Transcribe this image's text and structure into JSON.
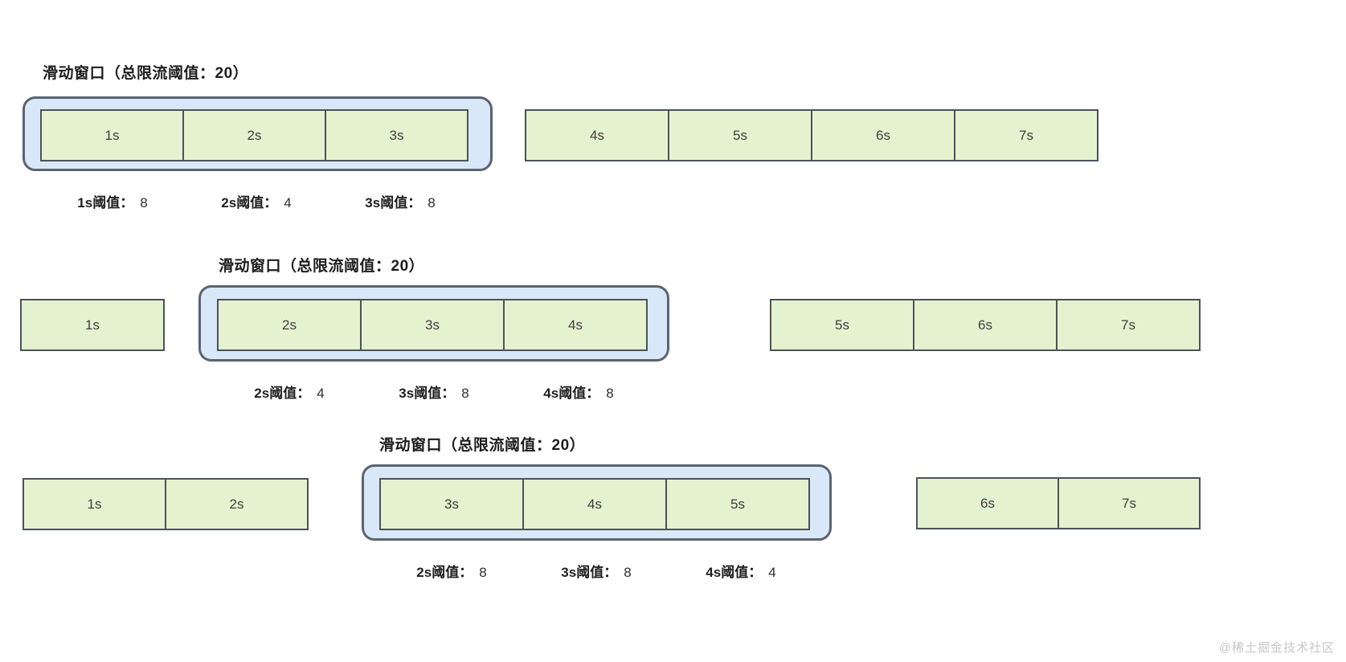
{
  "colors": {
    "cell_fill": "#e5f2cf",
    "cell_border": "#4c525a",
    "window_fill": "#d9e8f9",
    "window_border": "#5b6470",
    "text": "#1d1d1d",
    "watermark": "#c7c7c7"
  },
  "watermark": "@稀土掘金技术社区",
  "rows": [
    {
      "title": "滑动窗口（总限流阈值：20）",
      "outside_before": [],
      "window_cells": [
        {
          "label": "1s"
        },
        {
          "label": "2s"
        },
        {
          "label": "3s"
        }
      ],
      "outside_after": [
        {
          "label": "4s"
        },
        {
          "label": "5s"
        },
        {
          "label": "6s"
        },
        {
          "label": "7s"
        }
      ],
      "thresholds": [
        {
          "name": "1s阈值：",
          "value": "8"
        },
        {
          "name": "2s阈值：",
          "value": "4"
        },
        {
          "name": "3s阈值：",
          "value": "8"
        }
      ]
    },
    {
      "title": "滑动窗口（总限流阈值：20）",
      "outside_before": [
        {
          "label": "1s"
        }
      ],
      "window_cells": [
        {
          "label": "2s"
        },
        {
          "label": "3s"
        },
        {
          "label": "4s"
        }
      ],
      "outside_after": [
        {
          "label": "5s"
        },
        {
          "label": "6s"
        },
        {
          "label": "7s"
        }
      ],
      "thresholds": [
        {
          "name": "2s阈值：",
          "value": "4"
        },
        {
          "name": "3s阈值：",
          "value": "8"
        },
        {
          "name": "4s阈值：",
          "value": "8"
        }
      ]
    },
    {
      "title": "滑动窗口（总限流阈值：20）",
      "outside_before": [
        {
          "label": "1s"
        },
        {
          "label": "2s"
        }
      ],
      "window_cells": [
        {
          "label": "3s"
        },
        {
          "label": "4s"
        },
        {
          "label": "5s"
        }
      ],
      "outside_after": [
        {
          "label": "6s"
        },
        {
          "label": "7s"
        }
      ],
      "thresholds": [
        {
          "name": "2s阈值：",
          "value": "8"
        },
        {
          "name": "3s阈值：",
          "value": "8"
        },
        {
          "name": "4s阈值：",
          "value": "4"
        }
      ]
    }
  ]
}
